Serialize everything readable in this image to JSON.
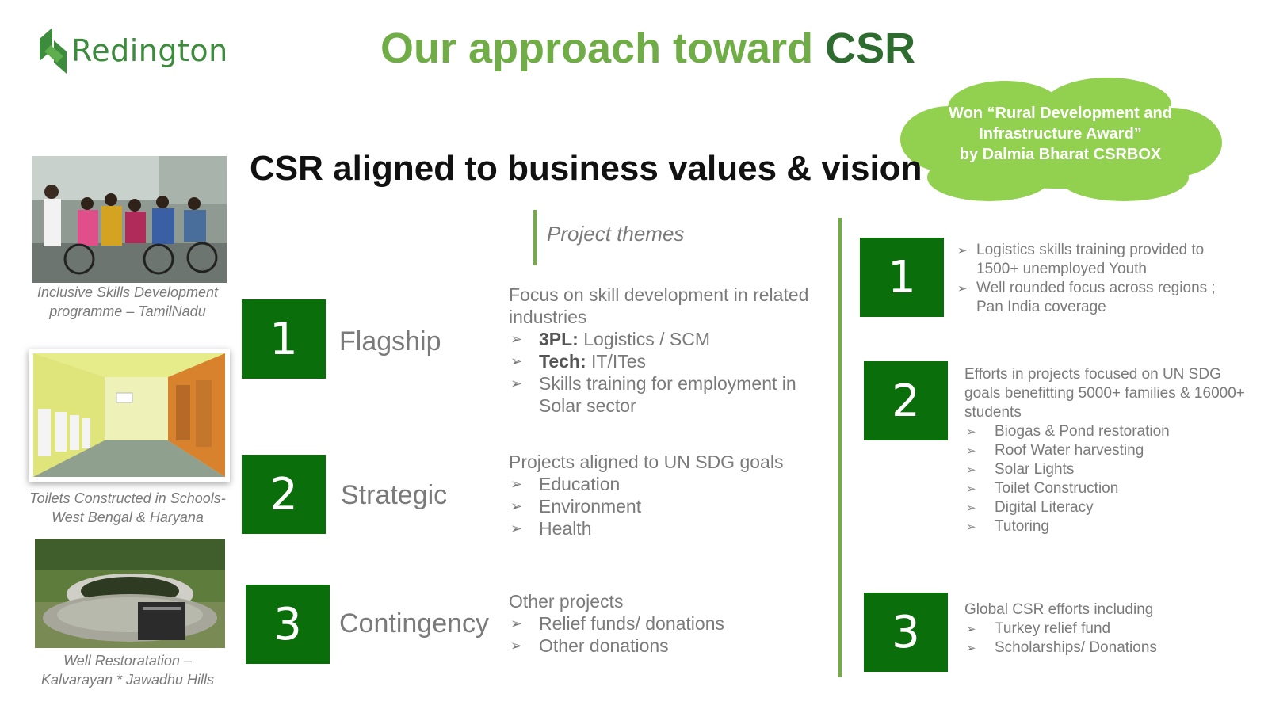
{
  "logo": {
    "text": "Redington",
    "icon": "redington-logo-icon"
  },
  "title": {
    "main": "Our approach toward ",
    "emphasis": "CSR"
  },
  "award": {
    "line1": "Won “Rural Development and",
    "line2": "Infrastructure Award”",
    "line3": "by Dalmia Bharat CSRBOX"
  },
  "subtitle": "CSR aligned to business values & vision",
  "photos": [
    {
      "caption_line1": "Inclusive Skills Development",
      "caption_line2": "programme – TamilNadu"
    },
    {
      "caption_line1": "Toilets Constructed in Schools-",
      "caption_line2": "West Bengal & Haryana"
    },
    {
      "caption_line1": "Well Restoratation –",
      "caption_line2": "Kalvarayan * Jawadhu Hills"
    }
  ],
  "themes_header": "Project themes",
  "themes": [
    {
      "number": "1",
      "label": "Flagship",
      "intro_line1": "Focus on skill development in related",
      "intro_line2": "industries",
      "bullets": [
        {
          "bold": "3PL:",
          "text": " Logistics / SCM"
        },
        {
          "bold": "Tech:",
          "text": " IT/ITes"
        },
        {
          "bold": "",
          "text": "Skills training for employment in",
          "text2": "Solar sector"
        }
      ]
    },
    {
      "number": "2",
      "label": "Strategic",
      "intro_line1": "Projects aligned to UN SDG goals",
      "bullets": [
        "Education",
        "Environment",
        "Health"
      ]
    },
    {
      "number": "3",
      "label": "Contingency",
      "intro_line1": "Other projects",
      "bullets": [
        "Relief funds/ donations",
        "Other donations"
      ]
    }
  ],
  "outcomes": [
    {
      "number": "1",
      "bullets": [
        {
          "line1": "Logistics skills training provided to",
          "line2": "1500+ unemployed Youth"
        },
        {
          "line1": "Well rounded focus across regions ;",
          "line2": "Pan India coverage"
        }
      ]
    },
    {
      "number": "2",
      "intro_line1": "Efforts in projects focused on UN SDG",
      "intro_line2": "goals benefitting 5000+ families & 16000+",
      "intro_line3": "students",
      "bullets": [
        "Biogas & Pond restoration",
        "Roof Water harvesting",
        "Solar Lights",
        "Toilet Construction",
        "Digital Literacy",
        "Tutoring"
      ]
    },
    {
      "number": "3",
      "intro_line1": "Global CSR efforts including",
      "bullets": [
        "Turkey relief fund",
        "Scholarships/ Donations"
      ]
    }
  ],
  "arrow_glyph": "➢",
  "colors": {
    "green_dark": "#0a6e0a",
    "green_light": "#70ad47",
    "title_dark": "#2e6b2e"
  }
}
